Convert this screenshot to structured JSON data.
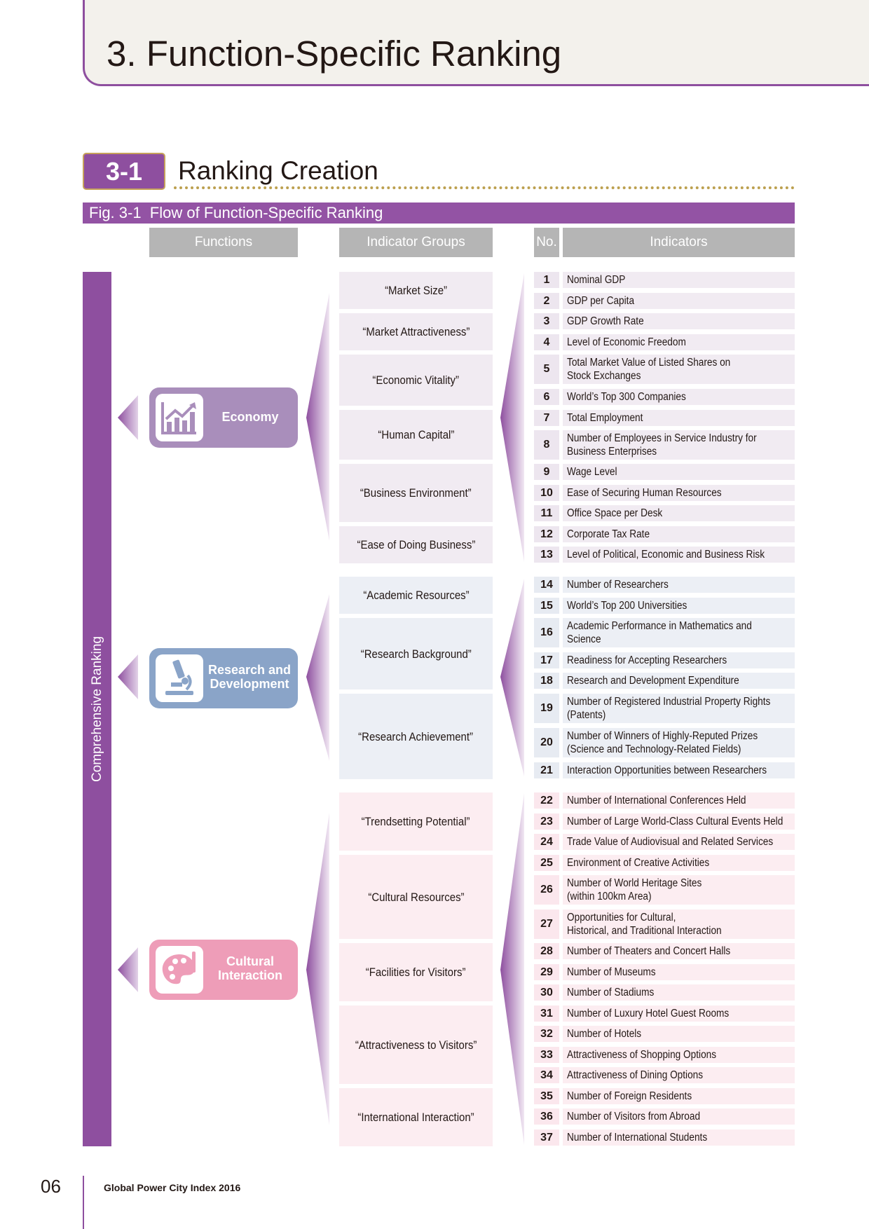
{
  "page": {
    "title": "3. Function-Specific Ranking",
    "section_number": "3-1",
    "section_title": "Ranking Creation",
    "figure_title": "Fig. 3-1  Flow of Function-Specific Ranking",
    "page_number": "06",
    "footer": "Global Power City Index 2016"
  },
  "headers": {
    "functions": "Functions",
    "indicator_groups": "Indicator Groups",
    "no": "No.",
    "indicators": "Indicators"
  },
  "comprehensive": "Comprehensive Ranking",
  "colors": {
    "purple": "#8e4f9f",
    "economy": "#a98ebb",
    "research": "#8aa4c8",
    "cultural": "#ee9db8",
    "header_gray": "#b5b5b5"
  },
  "functions": [
    {
      "name": "Economy",
      "icon": "chart-up-icon"
    },
    {
      "name": "Research and Development",
      "icon": "microscope-icon"
    },
    {
      "name": "Cultural Interaction",
      "icon": "palette-icon"
    }
  ],
  "groups": [
    "“Market Size”",
    "“Market Attractiveness”",
    "“Economic Vitality”",
    "“Human Capital”",
    "“Business Environment”",
    "“Ease of Doing Business”",
    "“Academic Resources”",
    "“Research Background”",
    "“Research Achievement”",
    "“Trendsetting Potential”",
    "“Cultural Resources”",
    "“Facilities for Visitors”",
    "“Attractiveness to Visitors”",
    "“International Interaction”"
  ],
  "indicators": [
    {
      "no": "1",
      "label": "Nominal GDP"
    },
    {
      "no": "2",
      "label": "GDP per Capita"
    },
    {
      "no": "3",
      "label": "GDP Growth Rate"
    },
    {
      "no": "4",
      "label": "Level of Economic Freedom"
    },
    {
      "no": "5",
      "label": "Total Market Value of Listed Shares on\nStock Exchanges"
    },
    {
      "no": "6",
      "label": "World’s Top 300 Companies"
    },
    {
      "no": "7",
      "label": "Total Employment"
    },
    {
      "no": "8",
      "label": "Number of Employees in Service Industry for\nBusiness Enterprises"
    },
    {
      "no": "9",
      "label": "Wage Level"
    },
    {
      "no": "10",
      "label": "Ease of Securing Human Resources"
    },
    {
      "no": "11",
      "label": "Office Space per Desk"
    },
    {
      "no": "12",
      "label": "Corporate Tax Rate"
    },
    {
      "no": "13",
      "label": "Level of Political, Economic and Business Risk"
    },
    {
      "no": "14",
      "label": "Number of Researchers"
    },
    {
      "no": "15",
      "label": "World’s Top 200 Universities"
    },
    {
      "no": "16",
      "label": "Academic Performance in Mathematics and\nScience"
    },
    {
      "no": "17",
      "label": "Readiness for Accepting Researchers"
    },
    {
      "no": "18",
      "label": "Research and Development Expenditure"
    },
    {
      "no": "19",
      "label": "Number of Registered Industrial Property Rights\n(Patents)"
    },
    {
      "no": "20",
      "label": "Number of Winners of Highly-Reputed Prizes\n(Science and Technology-Related Fields)"
    },
    {
      "no": "21",
      "label": "Interaction Opportunities between Researchers"
    },
    {
      "no": "22",
      "label": "Number of International Conferences Held"
    },
    {
      "no": "23",
      "label": "Number of Large World-Class Cultural Events Held"
    },
    {
      "no": "24",
      "label": "Trade Value of Audiovisual and Related Services"
    },
    {
      "no": "25",
      "label": "Environment of Creative Activities"
    },
    {
      "no": "26",
      "label": "Number of World Heritage Sites\n(within 100km Area)"
    },
    {
      "no": "27",
      "label": "Opportunities for Cultural,\nHistorical, and Traditional Interaction"
    },
    {
      "no": "28",
      "label": "Number of Theaters and Concert Halls"
    },
    {
      "no": "29",
      "label": "Number of Museums"
    },
    {
      "no": "30",
      "label": "Number of Stadiums"
    },
    {
      "no": "31",
      "label": "Number of Luxury Hotel Guest Rooms"
    },
    {
      "no": "32",
      "label": "Number of Hotels"
    },
    {
      "no": "33",
      "label": "Attractiveness of Shopping Options"
    },
    {
      "no": "34",
      "label": "Attractiveness of Dining Options"
    },
    {
      "no": "35",
      "label": "Number of Foreign Residents"
    },
    {
      "no": "36",
      "label": "Number of Visitors from Abroad"
    },
    {
      "no": "37",
      "label": "Number of International Students"
    }
  ]
}
